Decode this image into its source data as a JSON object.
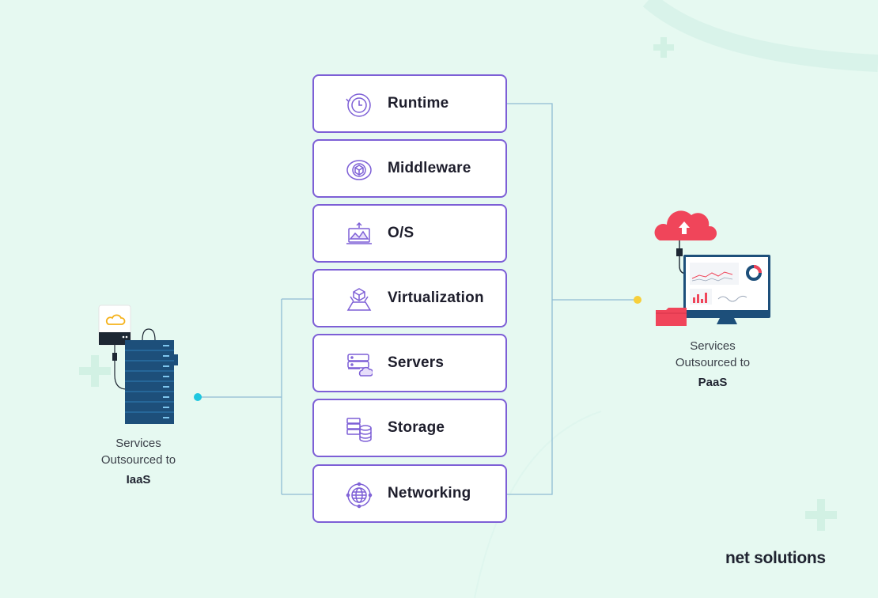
{
  "stack": {
    "items": [
      {
        "label": "Runtime",
        "icon": "runtime-clock-icon"
      },
      {
        "label": "Middleware",
        "icon": "middleware-cube-icon"
      },
      {
        "label": "O/S",
        "icon": "os-laptop-icon"
      },
      {
        "label": "Virtualization",
        "icon": "virtualization-icon"
      },
      {
        "label": "Servers",
        "icon": "servers-cloud-icon"
      },
      {
        "label": "Storage",
        "icon": "storage-database-icon"
      },
      {
        "label": "Networking",
        "icon": "networking-globe-icon"
      }
    ]
  },
  "iaas": {
    "caption_line1": "Services",
    "caption_line2": "Outsourced to",
    "caption_strong": "IaaS"
  },
  "paas": {
    "caption_line1": "Services",
    "caption_line2": "Outsourced to",
    "caption_strong": "PaaS"
  },
  "brand": {
    "name": "net solutions"
  },
  "colors": {
    "background": "#e6f9f1",
    "box_border": "#7d5fd6",
    "iaas_connector": "#1fc7e0",
    "paas_connector": "#f7cf3b",
    "line": "#8fbcd4",
    "server_blue": "#1d4f7a",
    "cloud_red": "#f0455a"
  }
}
